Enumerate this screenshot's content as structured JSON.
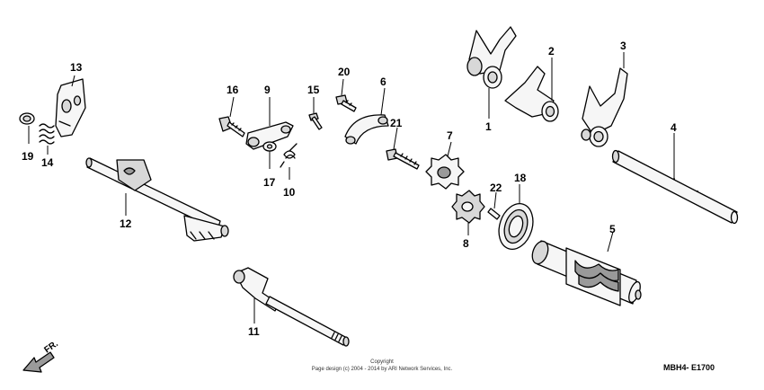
{
  "callouts": {
    "c1": "1",
    "c2": "2",
    "c3": "3",
    "c4": "4",
    "c5": "5",
    "c6": "6",
    "c7": "7",
    "c8": "8",
    "c9": "9",
    "c10": "10",
    "c11": "11",
    "c12": "12",
    "c13": "13",
    "c14": "14",
    "c15": "15",
    "c16": "16",
    "c17": "17",
    "c18": "18",
    "c19": "19",
    "c20": "20",
    "c21": "21",
    "c22": "22"
  },
  "front_indicator": "FR.",
  "copyright": {
    "line1": "Copyright",
    "line2": "Page design (c) 2004 - 2014 by ARI Network Services, Inc."
  },
  "diagram_code": "MBH4- E1700"
}
